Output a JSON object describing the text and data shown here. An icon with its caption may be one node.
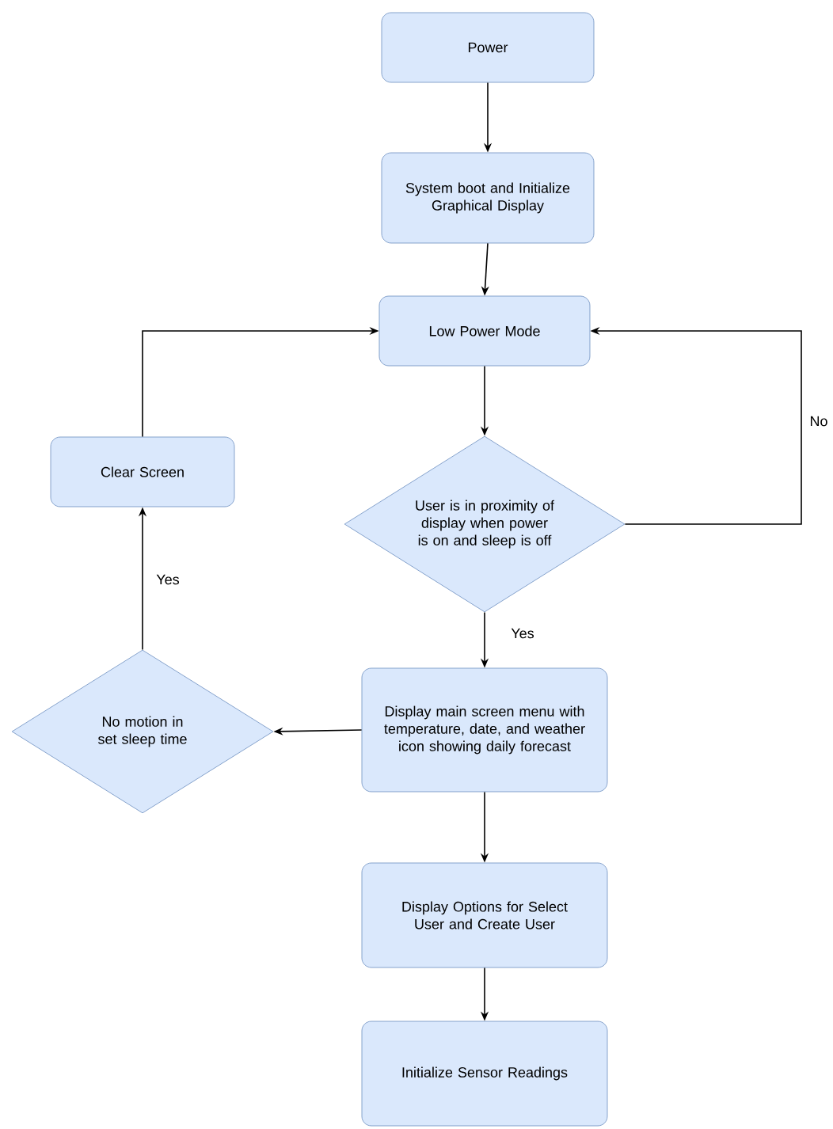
{
  "diagram": {
    "nodes": [
      {
        "text": [
          "Power"
        ]
      },
      {
        "text": [
          "System boot and Initialize Graphical Display"
        ]
      },
      {
        "text": [
          "Low Power Mode"
        ]
      },
      {
        "text": [
          "User is in proximity of display when power is on and sleep is off"
        ]
      },
      {
        "text": [
          "Display main screen menu with temperature, date, and weather icon showing daily forecast"
        ]
      },
      {
        "text": [
          "No motion in set sleep time"
        ]
      },
      {
        "text": [
          "Clear Screen"
        ]
      },
      {
        "text": [
          "Display Options for Select User and Create User"
        ]
      },
      {
        "text": [
          "Initialize Sensor Readings"
        ]
      }
    ],
    "edges": [
      {
        "from": 0,
        "to": 1,
        "arrow": "to"
      },
      {
        "from": 1,
        "to": 2,
        "arrow": "to"
      },
      {
        "from": 2,
        "to": 3,
        "arrow": "to"
      },
      {
        "from": 3,
        "to": 4,
        "arrow": "to",
        "label": "Yes"
      },
      {
        "from": 3,
        "to": 2,
        "arrow": "to",
        "label": "No"
      },
      {
        "from": 4,
        "to": 5,
        "arrow": "to"
      },
      {
        "from": 5,
        "to": 6,
        "arrow": "to",
        "label": "Yes"
      },
      {
        "from": 6,
        "to": 2,
        "arrow": "to"
      },
      {
        "from": 4,
        "to": 7,
        "arrow": "to"
      },
      {
        "from": 7,
        "to": 8,
        "arrow": "to"
      }
    ]
  }
}
